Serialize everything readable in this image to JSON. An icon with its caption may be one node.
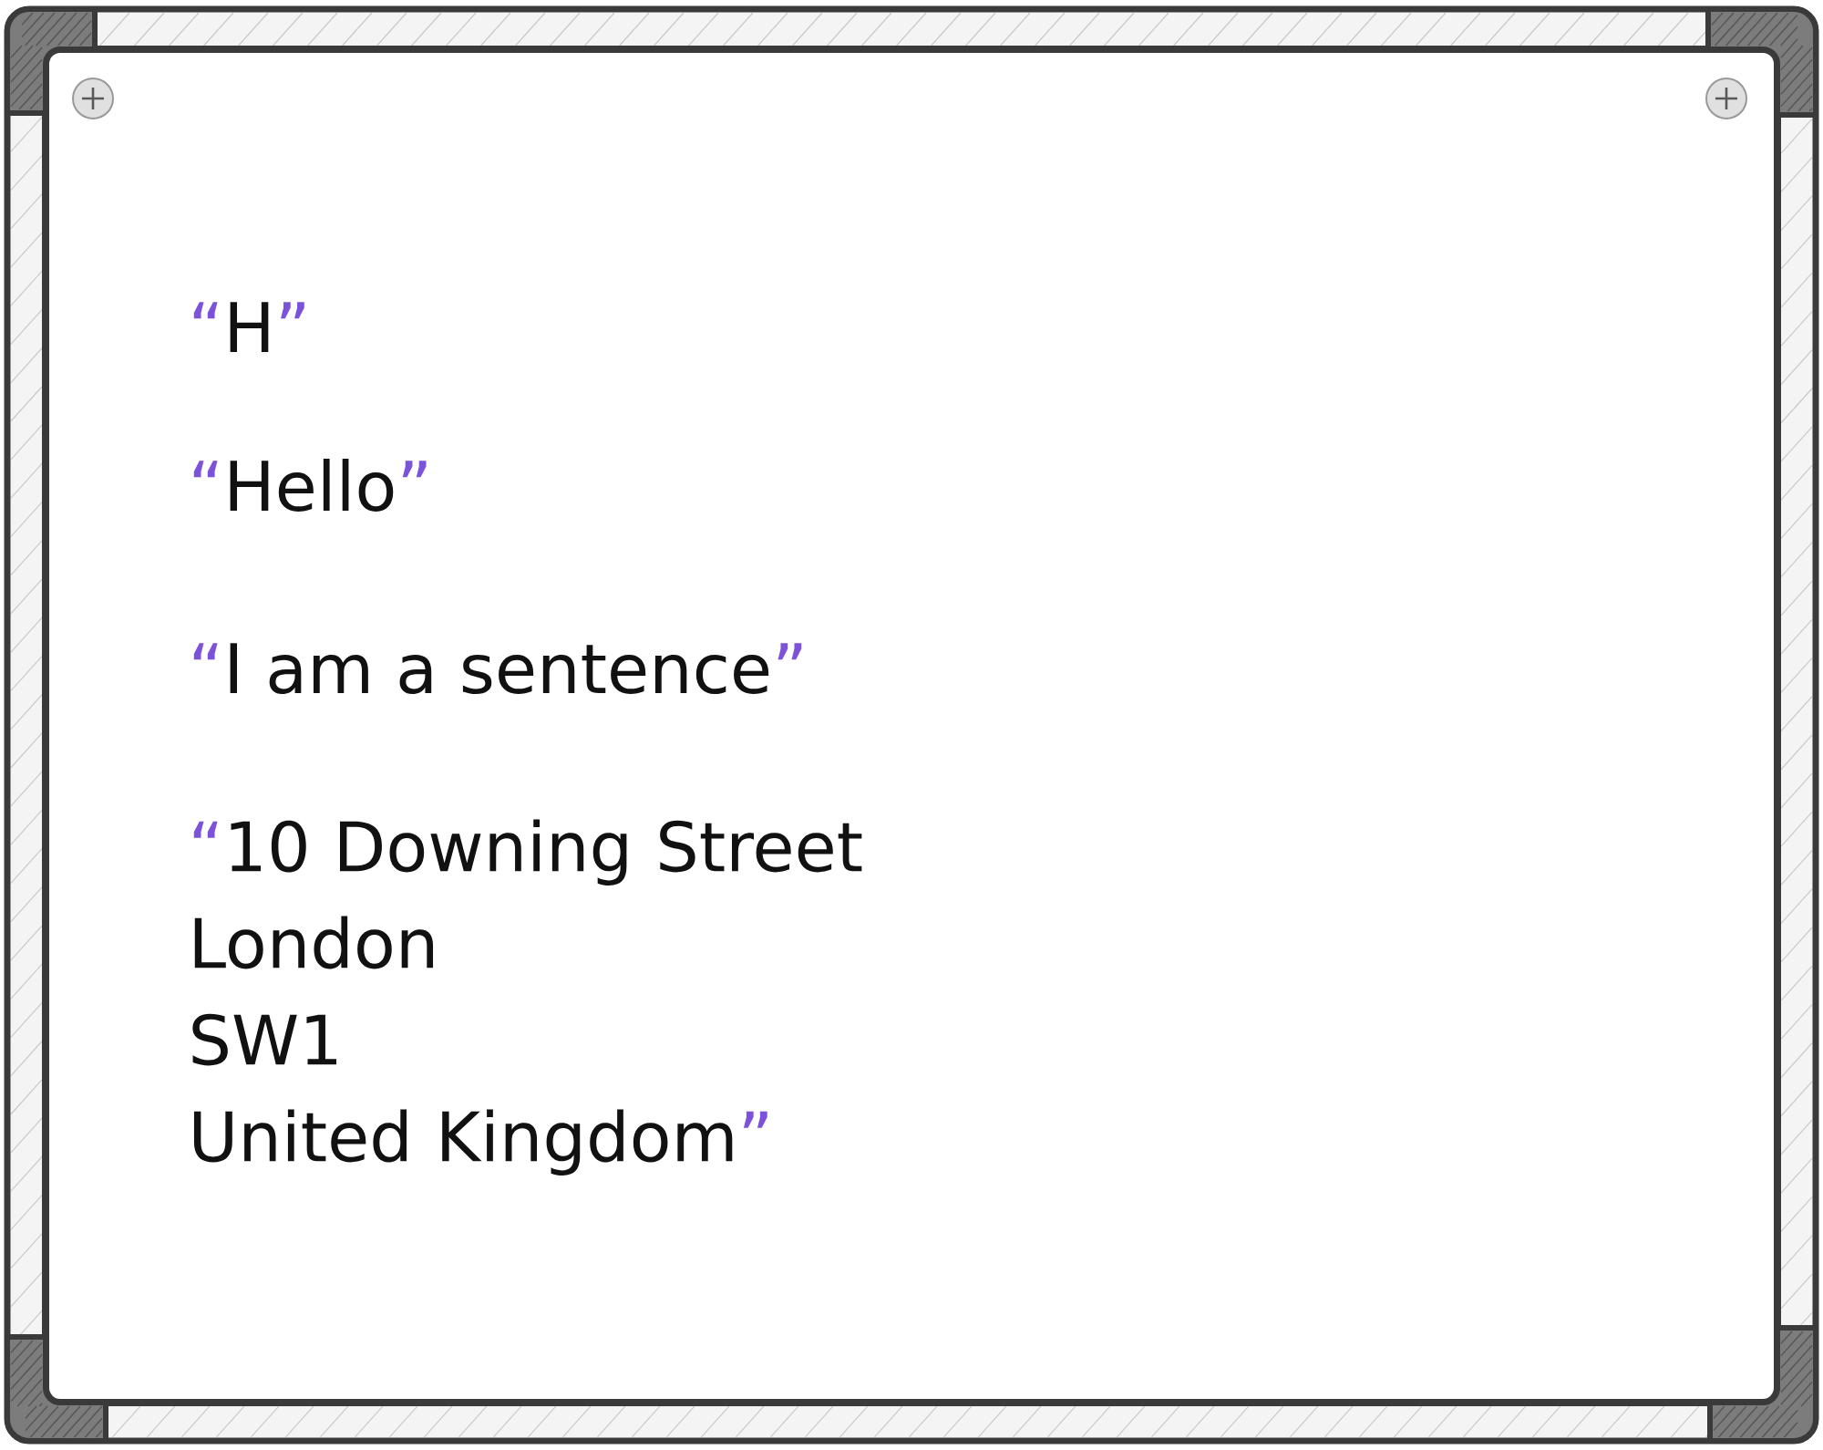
{
  "diagram": {
    "labels": [
      "“H”",
      "“Hello”",
      "“I am a sentence”",
      "“10 Downing Street London SW1 United Kingdom”"
    ]
  }
}
